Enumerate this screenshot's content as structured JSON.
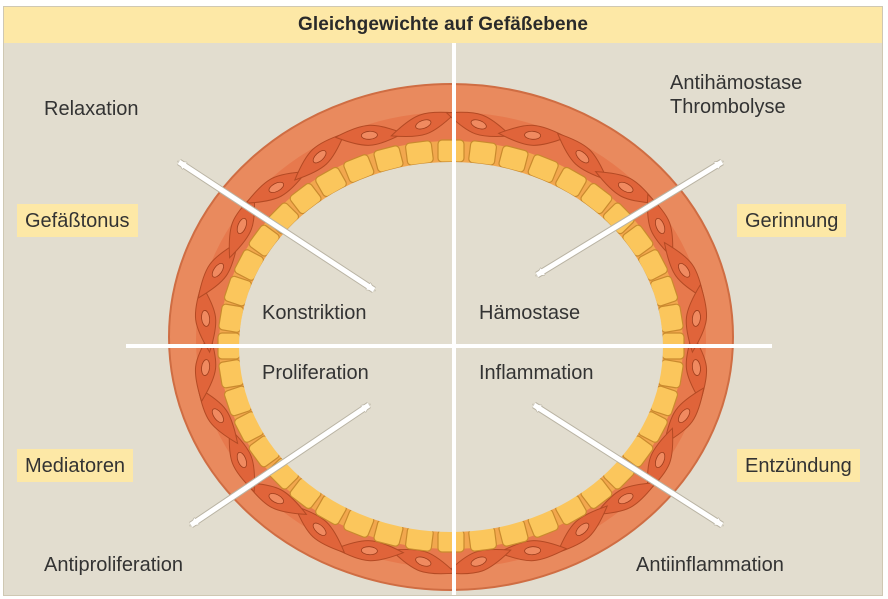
{
  "title": "Gleichgewichte auf Gefäßebene",
  "colors": {
    "background": "#e2ddcf",
    "title_bar": "#fde8a6",
    "label_box": "#fde8a6",
    "vessel_outer": "#e98a5e",
    "muscle_cell": "#e0643a",
    "endothelial_cell": "#fbc65c",
    "arrow": "#ffffff"
  },
  "quadrants": {
    "top_left": {
      "outer": "Relaxation",
      "box": "Gefäßtonus",
      "inner": "Konstriktion"
    },
    "top_right": {
      "outer_line1": "Antihämostase",
      "outer_line2": "Thrombolyse",
      "box": "Gerinnung",
      "inner": "Hämostase"
    },
    "bottom_left": {
      "outer": "Antiproliferation",
      "box": "Mediatoren",
      "inner": "Proliferation"
    },
    "bottom_right": {
      "outer": "Antiinflammation",
      "box": "Entzündung",
      "inner": "Inflammation"
    }
  }
}
